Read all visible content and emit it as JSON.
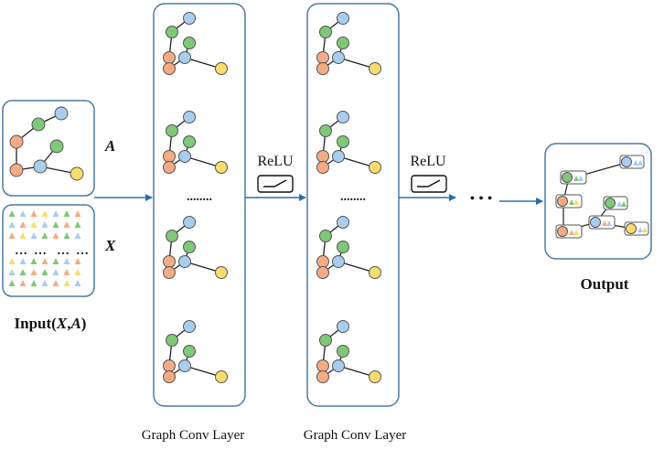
{
  "input": {
    "adjacency_label": "A",
    "features_label": "X",
    "ellipsis": "…",
    "caption_prefix": "Input(",
    "caption_x": "X",
    "caption_comma": ",",
    "caption_a": "A",
    "caption_suffix": ")"
  },
  "layers": [
    {
      "caption": "Graph Conv Layer",
      "ellipsis": "........"
    },
    {
      "caption": "Graph Conv Layer",
      "ellipsis": "........"
    }
  ],
  "activations": [
    {
      "label": "ReLU"
    },
    {
      "label": "ReLU"
    }
  ],
  "continuation_dots": "• • •",
  "output": {
    "caption": "Output"
  },
  "colors": {
    "box_stroke": "#4a7aa8",
    "arrow": "#2c6fa8",
    "node_blue": "#a9cdef",
    "node_green": "#7fc878",
    "node_orange": "#f5ab84",
    "node_yellow": "#f8dd6e",
    "edge": "#222222",
    "node_stroke": "#555555"
  },
  "icons": {
    "activation": "relu-curve-icon",
    "feature_marks": "triangle-marks"
  }
}
